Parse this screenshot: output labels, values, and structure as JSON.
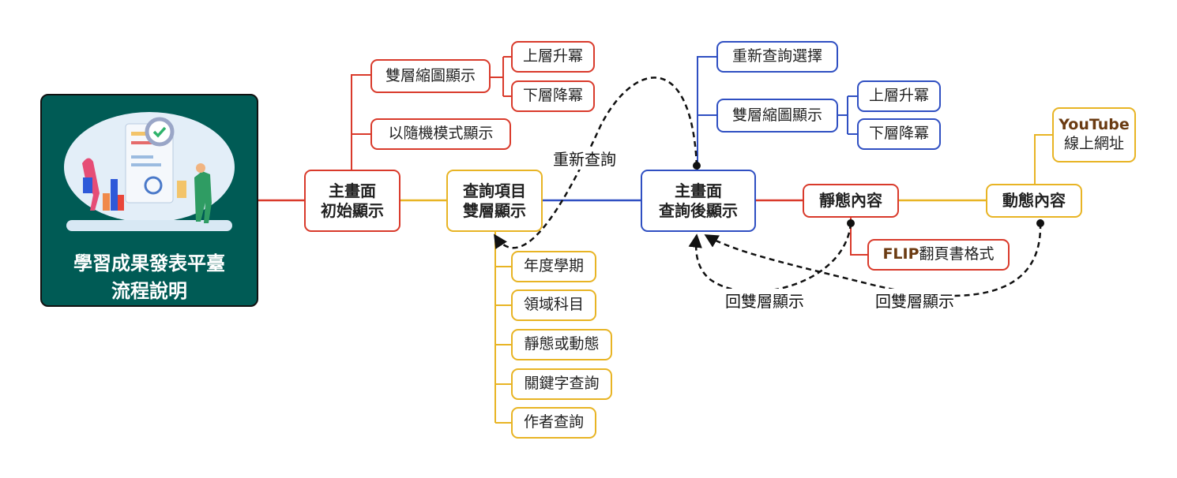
{
  "root": {
    "line1": "學習成果發表平臺",
    "line2": "流程說明"
  },
  "main_initial": {
    "line1": "主畫面",
    "line2": "初始顯示"
  },
  "main_initial_children": {
    "dual_thumb": "雙層縮圖顯示",
    "upper": "上層升冪",
    "lower": "下層降冪",
    "random": "以隨機模式顯示"
  },
  "query_items": {
    "line1": "查詢項目",
    "line2": "雙層顯示"
  },
  "query_children": [
    "年度學期",
    "領域科目",
    "靜態或動態",
    "關鍵字查詢",
    "作者查詢"
  ],
  "main_after": {
    "line1": "主畫面",
    "line2": "查詢後顯示"
  },
  "main_after_children": {
    "reselect": "重新查詢選擇",
    "dual_thumb": "雙層縮圖顯示",
    "upper": "上層升冪",
    "lower": "下層降冪"
  },
  "static_content": "靜態內容",
  "flip": {
    "prefix": "FLIP",
    "suffix": "翻頁書格式"
  },
  "dynamic_content": "動態內容",
  "youtube": {
    "line1": "YouTube",
    "line2": "線上網址"
  },
  "labels": {
    "requery": "重新查詢",
    "back1": "回雙層顯示",
    "back2": "回雙層顯示"
  },
  "colors": {
    "red": "#d93a2b",
    "yellow": "#e8b424",
    "blue": "#2f4fc2",
    "root_bg": "#005b55"
  }
}
